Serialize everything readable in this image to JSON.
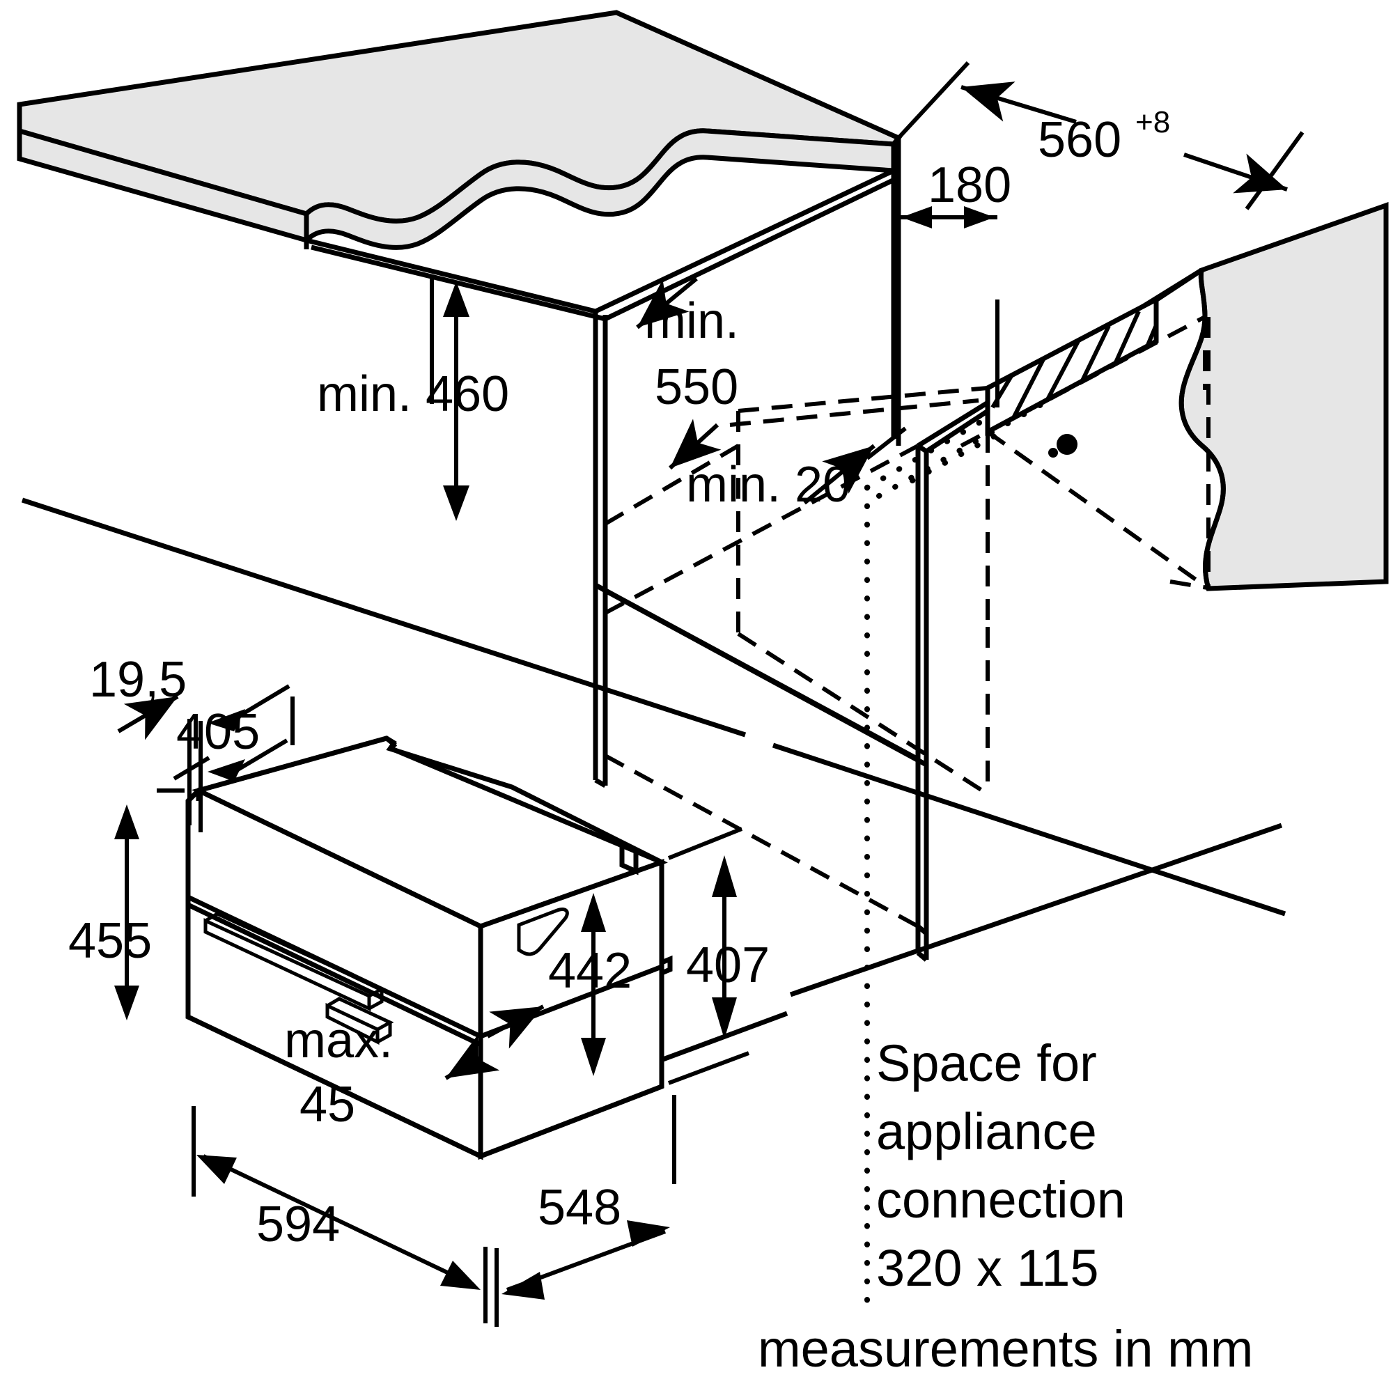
{
  "diagram": {
    "title": "Built-in oven installation dimensions diagram",
    "units_note": "measurements in mm",
    "labels": {
      "niche_depth": "560",
      "niche_depth_tolerance": "+8",
      "offset_180": "180",
      "min_460": "min. 460",
      "min_550_line1": "min.",
      "min_550_line2": "550",
      "min_20": "min. 20",
      "d_19_5": "19,5",
      "d_405": "405",
      "d_455": "455",
      "d_442": "442",
      "d_407": "407",
      "max_45_line1": "max.",
      "max_45_line2": "45",
      "d_594": "594",
      "d_548": "548"
    },
    "annotation": {
      "line1": "Space for",
      "line2": "appliance",
      "line3": "connection",
      "line4": "320 x 115"
    },
    "colors": {
      "stroke": "#000000",
      "panel_fill": "#e6e6e6",
      "background": "#ffffff"
    }
  }
}
